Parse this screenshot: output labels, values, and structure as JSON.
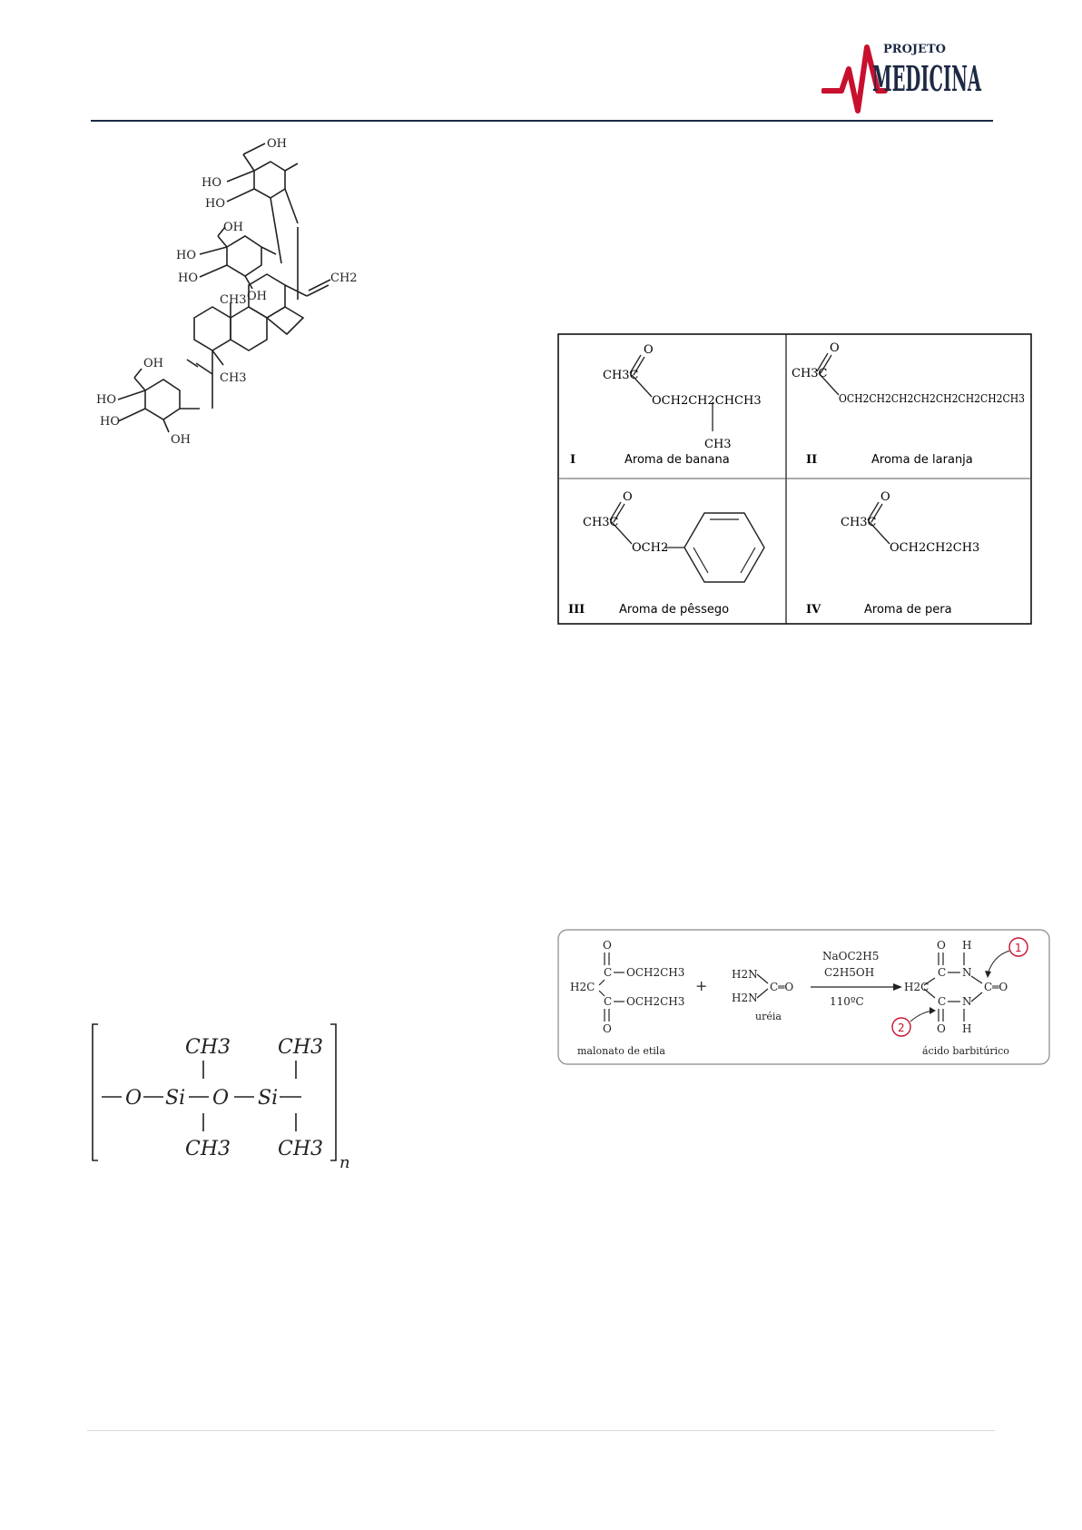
{
  "brand": {
    "logo_top": "PROJETO",
    "logo_main": "MEDICINA",
    "accent_color": "#c8102e",
    "text_color": "#1d2a44"
  },
  "stevioside": {
    "labels": {
      "oh_top": "OH",
      "ho_1": "HO",
      "ho_2": "HO",
      "oh_mid": "OH",
      "ho_3": "HO",
      "ho_4": "HO",
      "oh_3": "OH",
      "ch3_ring": "CH3",
      "ch2_top": "CH2",
      "ch3_low": "CH3",
      "oh_low": "OH",
      "ho_5": "HO",
      "ho_6": "HO",
      "oh_5": "OH"
    }
  },
  "aroma_table": {
    "cells": [
      {
        "numeral": "I",
        "caption": "Aroma de banana",
        "ch3c": "CH3C",
        "o": "O",
        "chain": "OCH2CH2CHCH3",
        "branch": "CH3"
      },
      {
        "numeral": "II",
        "caption": "Aroma de laranja",
        "ch3c": "CH3C",
        "o": "O",
        "chain": "OCH2CH2CH2CH2CH2CH2CH2CH3"
      },
      {
        "numeral": "III",
        "caption": "Aroma de pêssego",
        "ch3c": "CH3C",
        "o": "O",
        "chain": "OCH2"
      },
      {
        "numeral": "IV",
        "caption": "Aroma de pera",
        "ch3c": "CH3C",
        "o": "O",
        "chain": "OCH2CH2CH3"
      }
    ]
  },
  "silicone": {
    "ch3_tl": "CH3",
    "ch3_tr": "CH3",
    "ch3_bl": "CH3",
    "ch3_br": "CH3",
    "o1": "O",
    "si1": "Si",
    "o2": "O",
    "si2": "Si",
    "subscript_n": "n"
  },
  "barbituric": {
    "o_top": "O",
    "c_top": "C",
    "och2ch3_top": "OCH2CH3",
    "h2c": "H2C",
    "c_bot": "C",
    "och2ch3_bot": "OCH2CH3",
    "o_bot": "O",
    "reactant1_label": "malonato de etila",
    "plus": "+",
    "h2n_1": "H2N",
    "h2n_2": "H2N",
    "urea_co": "C═O",
    "urea_label": "uréia",
    "reagent_1": "NaOC2H5",
    "reagent_2": "C2H5OH",
    "temperature": "110ºC",
    "p_o_top": "O",
    "p_h_top": "H",
    "p_c_top": "C",
    "p_n_top": "N",
    "p_h2c": "H2C",
    "p_co": "C═O",
    "p_c_bot": "C",
    "p_n_bot": "N",
    "p_o_bot": "O",
    "p_h_bot": "H",
    "marker_1": "1",
    "marker_2": "2",
    "product_label": "ácido barbitúrico"
  }
}
